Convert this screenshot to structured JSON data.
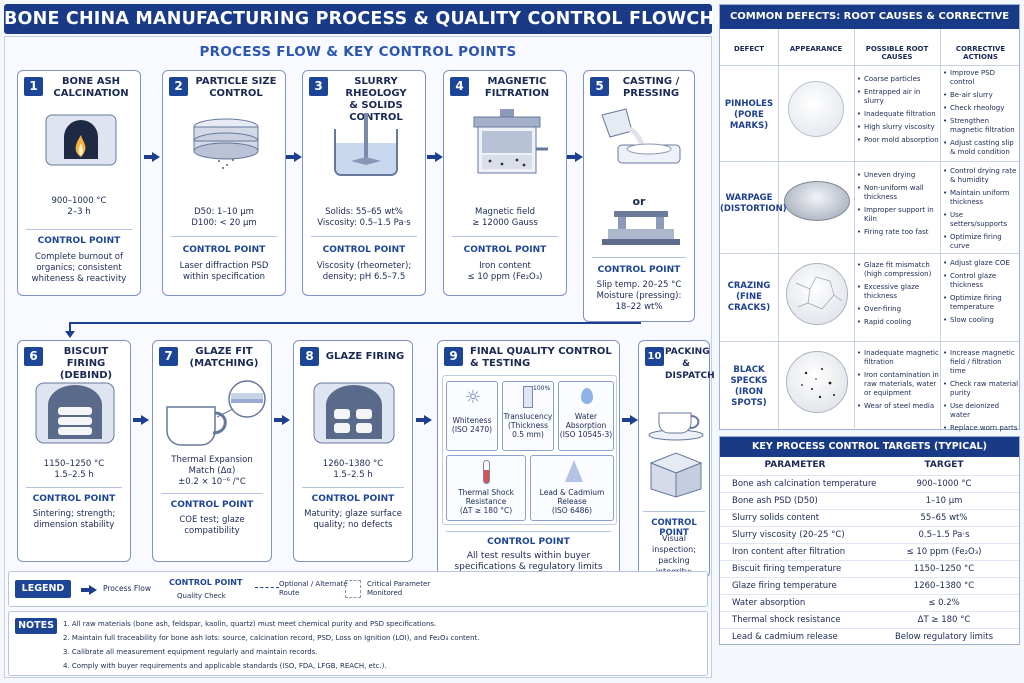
{
  "title": "BONE CHINA MANUFACTURING PROCESS & QUALITY CONTROL FLOWCHART",
  "process_title": "PROCESS FLOW & KEY CONTROL POINTS",
  "cp_label": "CONTROL POINT",
  "steps": [
    {
      "num": "1",
      "title": "BONE ASH\nCALCINATION",
      "params": "900–1000 °C\n2–3 h",
      "cp": "Complete burnout of\norganics; consistent\nwhiteness & reactivity"
    },
    {
      "num": "2",
      "title": "PARTICLE SIZE\nCONTROL",
      "params": "D50: 1–10 µm\nD100: < 20 µm",
      "cp": "Laser diffraction PSD\nwithin specification"
    },
    {
      "num": "3",
      "title": "SLURRY RHEOLOGY\n& SOLIDS CONTROL",
      "params": "Solids: 55–65 wt%\nViscosity: 0.5–1.5 Pa·s",
      "cp": "Viscosity (rheometer);\ndensity; pH 6.5–7.5"
    },
    {
      "num": "4",
      "title": "MAGNETIC\nFILTRATION",
      "params": "Magnetic field\n≥ 12000 Gauss",
      "cp": "Iron content\n≤ 10 ppm (Fe₂O₃)"
    },
    {
      "num": "5",
      "title": "CASTING /\nPRESSING",
      "or": "or",
      "cp": "Slip temp. 20–25 °C\nMoisture (pressing):\n18–22 wt%"
    },
    {
      "num": "6",
      "title": "BISCUIT FIRING\n(DEBIND)",
      "params": "1150–1250 °C\n1.5–2.5 h",
      "cp": "Sintering; strength;\ndimension stability"
    },
    {
      "num": "7",
      "title": "GLAZE FIT\n(MATCHING)",
      "params": "Thermal Expansion\nMatch (Δα)\n±0.2 × 10⁻⁶ /°C",
      "cp": "COE test; glaze\ncompatibility"
    },
    {
      "num": "8",
      "title": "GLAZE FIRING",
      "params": "1260–1380 °C\n1.5–2.5 h",
      "cp": "Maturity; glaze surface\nquality; no defects"
    },
    {
      "num": "9",
      "title": "FINAL QUALITY CONTROL\n& TESTING",
      "cp": "All test results within buyer\nspecifications & regulatory limits"
    },
    {
      "num": "10",
      "title": "PACKING &\nDISPATCH",
      "cp": "Visual inspection;\npacking integrity;\ntraceability"
    }
  ],
  "tests": [
    {
      "label": "Whiteness\n(ISO 2470)",
      "icon": "sun-icon"
    },
    {
      "label": "Translucency\n(Thickness\n0.5 mm)",
      "icon": "translucency-icon",
      "mark": "100%"
    },
    {
      "label": "Water\nAbsorption\n(ISO 10545-3)",
      "icon": "water-drop-icon"
    },
    {
      "label": "Thermal Shock\nResistance\n(ΔT ≥ 180 °C)",
      "icon": "thermometer-icon"
    },
    {
      "label": "Lead & Cadmium\nRelease\n(ISO 6486)",
      "icon": "flask-icon"
    }
  ],
  "legend": {
    "title": "LEGEND",
    "flow": "Process Flow",
    "cp": "CONTROL POINT",
    "cp_sub": "Quality Check",
    "optional": "Optional / Alternate\nRoute",
    "critical": "Critical Parameter\nMonitored"
  },
  "notes": {
    "title": "NOTES",
    "items": [
      "1.  All raw materials (bone ash, feldspar, kaolin, quartz) must meet chemical purity and PSD specifications.",
      "2.  Maintain full traceability for bone ash lots: source, calcination record, PSD, Loss on Ignition (LOI), and Fe₂O₃ content.",
      "3.  Calibrate all measurement equipment regularly and maintain records.",
      "4.  Comply with buyer requirements and applicable standards (ISO, FDA, LFGB, REACH, etc.)."
    ]
  },
  "defects": {
    "title": "COMMON DEFECTS: ROOT CAUSES & CORRECTIVE ACTIONS",
    "headers": [
      "DEFECT",
      "APPEARANCE",
      "POSSIBLE ROOT CAUSES",
      "CORRECTIVE ACTIONS"
    ],
    "rows": [
      {
        "name": "PINHOLES\n(PORE MARKS)",
        "causes": [
          "Coarse particles",
          "Entrapped air in slurry",
          "Inadequate filtration",
          "High slurry viscosity",
          "Poor mold absorption"
        ],
        "actions": [
          "Improve PSD control",
          "Be-air slurry",
          "Check rheology",
          "Strengthen magnetic filtration",
          "Adjust casting slip & mold condition"
        ]
      },
      {
        "name": "WARPAGE\n(DISTORTION)",
        "causes": [
          "Uneven drying",
          "Non-uniform wall thickness",
          "Improper support in Kiln",
          "Firing rate too fast"
        ],
        "actions": [
          "Control drying rate & humidity",
          "Maintain uniform thickness",
          "Use setters/supports",
          "Optimize firing curve"
        ]
      },
      {
        "name": "CRAZING\n(FINE CRACKS)",
        "causes": [
          "Glaze fit mismatch (high compression)",
          "Excessive glaze thickness",
          "Over-firing",
          "Rapid cooling"
        ],
        "actions": [
          "Adjust glaze COE",
          "Control glaze thickness",
          "Optimize firing temperature",
          "Slow cooling"
        ]
      },
      {
        "name": "BLACK SPECKS\n(IRON SPOTS)",
        "causes": [
          "Inadequate magnetic filtration",
          "Iron contamination in raw materials, water or equipment",
          "Wear of steel media"
        ],
        "actions": [
          "Increase magnetic field / filtration time",
          "Check raw material purity",
          "Use deionized water",
          "Replace worn parts"
        ]
      }
    ]
  },
  "targets": {
    "title": "KEY PROCESS CONTROL TARGETS (TYPICAL)",
    "headers": [
      "PARAMETER",
      "TARGET"
    ],
    "rows": [
      [
        "Bone ash calcination temperature",
        "900–1000 °C"
      ],
      [
        "Bone ash PSD (D50)",
        "1–10 µm"
      ],
      [
        "Slurry solids content",
        "55–65 wt%"
      ],
      [
        "Slurry viscosity (20–25 °C)",
        "0.5–1.5 Pa·s"
      ],
      [
        "Iron content after filtration",
        "≤ 10 ppm (Fe₂O₃)"
      ],
      [
        "Biscuit firing temperature",
        "1150–1250 °C"
      ],
      [
        "Glaze firing temperature",
        "1260–1380 °C"
      ],
      [
        "Water absorption",
        "≤ 0.2%"
      ],
      [
        "Thermal shock resistance",
        "ΔT ≥ 180 °C"
      ],
      [
        "Lead & cadmium release",
        "Below regulatory limits"
      ]
    ]
  }
}
